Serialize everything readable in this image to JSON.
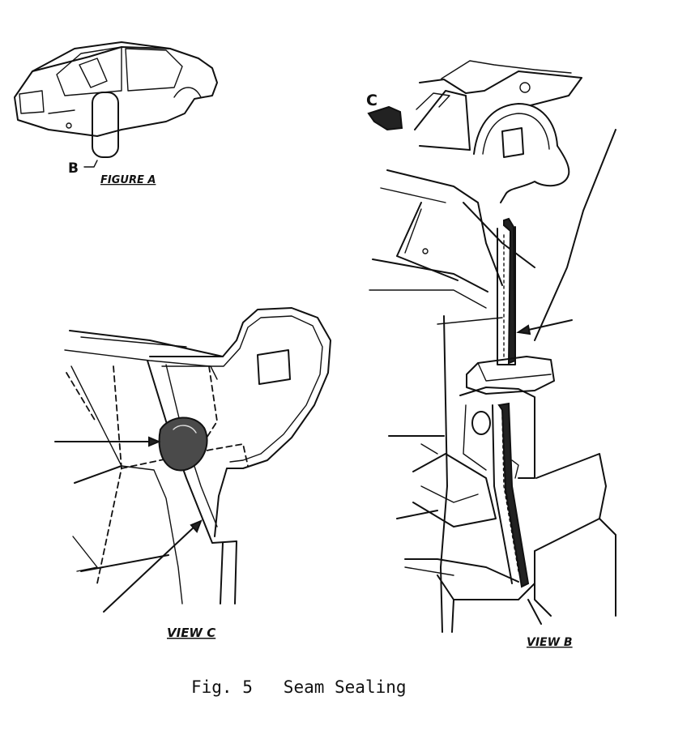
{
  "figure": {
    "number": "Fig. 5",
    "title": "Seam Sealing"
  },
  "callouts": {
    "figure_a": "FIGURE A",
    "view_b": "VIEW B",
    "view_c": "VIEW C",
    "marker_b": "B",
    "marker_c": "C"
  }
}
